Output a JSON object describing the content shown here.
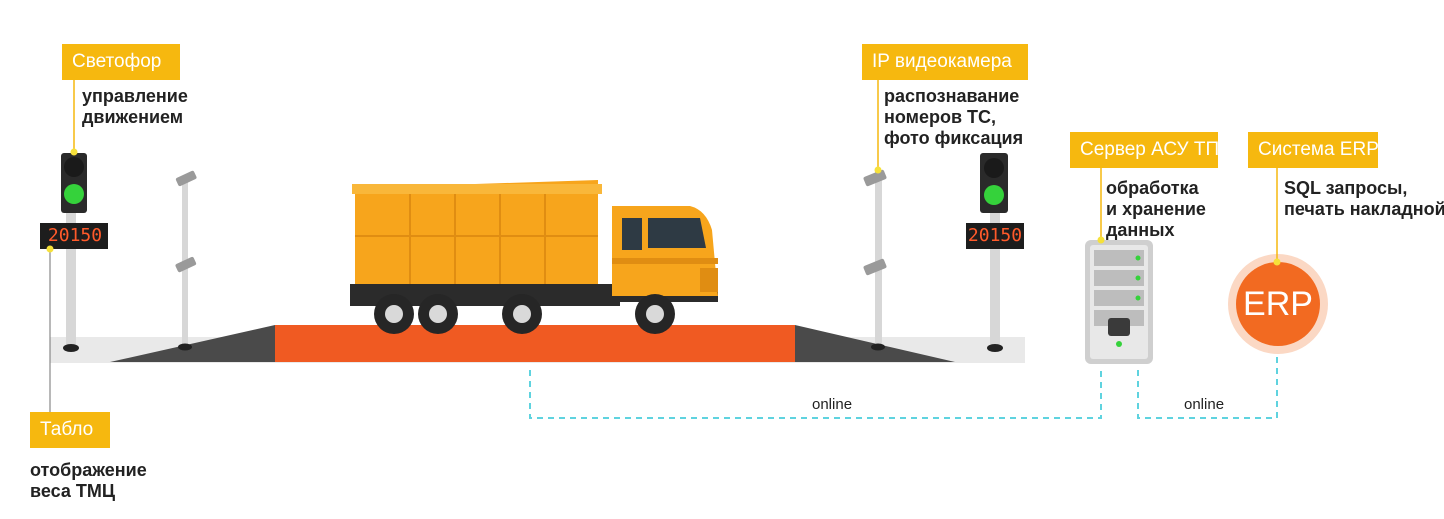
{
  "colors": {
    "accent": "#f6b80f",
    "platform": "#f05a22",
    "network_line": "#5fd3df",
    "erp": "#f26a21",
    "display_text": "#ff5a2a"
  },
  "traffic_light": {
    "label": "Светофор",
    "description": [
      "управление",
      "движением"
    ]
  },
  "display": {
    "label": "Табло",
    "description": [
      "отображение",
      "веса ТМЦ"
    ],
    "left_value": "20150",
    "right_value": "20150"
  },
  "camera": {
    "label": "IP видеокамера",
    "description": [
      "распознавание",
      "номеров ТС,",
      "фото фиксация"
    ]
  },
  "server": {
    "label": "Сервер АСУ ТП",
    "description": [
      "обработка",
      "и хранение",
      "данных"
    ]
  },
  "erp": {
    "label": "Система ERP",
    "description": [
      "SQL запросы,",
      "печать накладной"
    ],
    "logo_text": "ERP"
  },
  "links": {
    "scale_to_server": "online",
    "server_to_erp": "online"
  }
}
